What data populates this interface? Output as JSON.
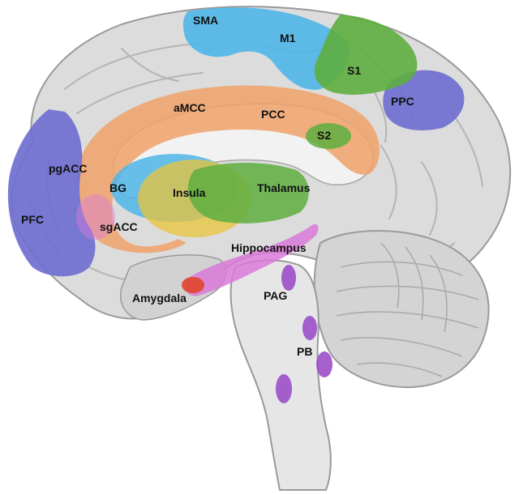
{
  "diagram": {
    "labels": {
      "sma": "SMA",
      "m1": "M1",
      "s1": "S1",
      "ppc": "PPC",
      "amcc": "aMCC",
      "pcc": "PCC",
      "s2": "S2",
      "pgacc": "pgACC",
      "bg": "BG",
      "insula": "Insula",
      "thalamus": "Thalamus",
      "sgacc": "sgACC",
      "pfc": "PFC",
      "hippocampus": "Hippocampus",
      "amygdala": "Amygdala",
      "pag": "PAG",
      "pb": "PB"
    },
    "colors": {
      "background": "#ffffff",
      "brain_gray": "#d9d9d9",
      "brain_light": "#ececec",
      "brain_outline": "#9a9a9a",
      "blue_regions": "#4fb6e8",
      "green_regions": "#5eae3f",
      "purple_regions": "#6f6fd0",
      "orange_cingulate": "#f0a26a",
      "yellow_insula": "#e9c43a",
      "pink_hippocampus": "#d97ad9",
      "red_amygdala": "#e2452b",
      "violet_brainstem": "#9b4fc8"
    }
  }
}
